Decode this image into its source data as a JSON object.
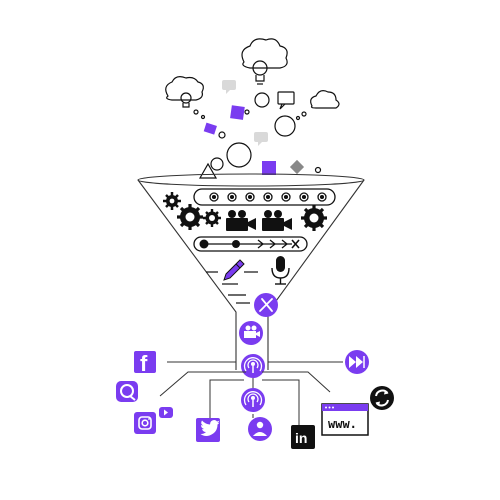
{
  "colors": {
    "accent": "#7a3cf0",
    "accent_light": "#b9a6f7",
    "ink": "#111111",
    "line": "#333333",
    "soft_gray": "#d9d9d9"
  },
  "icons": [
    "idea-cloud-icon",
    "bulb-icon",
    "speech-bubble-icon",
    "gear-icon",
    "video-camera-icon",
    "timeline-icon",
    "pen-icon",
    "microphone-icon",
    "tools-icon",
    "podcast-icon",
    "facebook-icon",
    "instagram-icon",
    "youtube-icon",
    "twitter-icon",
    "linkedin-icon",
    "browser-window-icon",
    "sync-icon",
    "fast-forward-icon"
  ],
  "labels": {
    "browser_url": "www.",
    "linkedin": "in",
    "facebook": "f"
  }
}
